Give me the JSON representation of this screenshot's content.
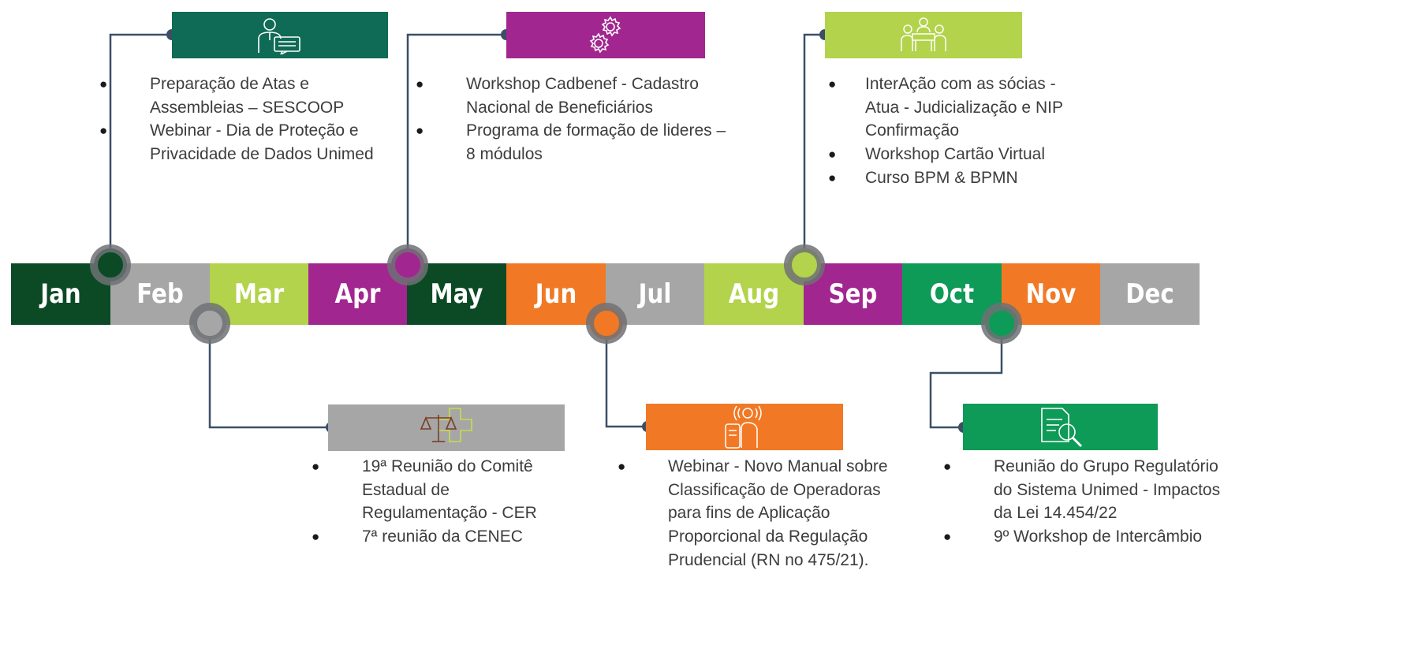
{
  "months": [
    {
      "label": "Jan",
      "color": "#0b4a25"
    },
    {
      "label": "Feb",
      "color": "#a6a6a6"
    },
    {
      "label": "Mar",
      "color": "#b2d34b"
    },
    {
      "label": "Apr",
      "color": "#a2268f"
    },
    {
      "label": "May",
      "color": "#0b4a25"
    },
    {
      "label": "Jun",
      "color": "#f17925"
    },
    {
      "label": "Jul",
      "color": "#a6a6a6"
    },
    {
      "label": "Aug",
      "color": "#b2d34b"
    },
    {
      "label": "Sep",
      "color": "#a2268f"
    },
    {
      "label": "Oct",
      "color": "#0e9a57"
    },
    {
      "label": "Nov",
      "color": "#f17925"
    },
    {
      "label": "Dec",
      "color": "#a6a6a6"
    }
  ],
  "connector_color": "#3c4f66",
  "ring_color": "#7b7d82",
  "events": {
    "jan": {
      "icon": "presenter-icon",
      "color": "#0f6b55",
      "items": [
        "Preparação de Atas e Assembleias – SESCOOP",
        "Webinar - Dia de Proteção e Privacidade de Dados Unimed"
      ]
    },
    "may": {
      "icon": "gears-icon",
      "color": "#a2268f",
      "items": [
        "Workshop Cadbenef - Cadastro Nacional de Beneficiários",
        "Programa de formação de lideres – 8 módulos"
      ]
    },
    "sep": {
      "icon": "meeting-icon",
      "color": "#b2d34b",
      "items": [
        "InterAção com as sócias - Atua - Judicialização e NIP Confirmação",
        "Workshop Cartão Virtual",
        "Curso BPM & BPMN"
      ]
    },
    "mar": {
      "icon": "scales-cross-icon",
      "color": "#a6a6a6",
      "items": [
        "19ª Reunião do Comitê Estadual de Regulamentação - CER",
        "7ª reunião da CENEC"
      ]
    },
    "jul": {
      "icon": "speaker-phone-icon",
      "color": "#f17925",
      "items": [
        "Webinar - Novo Manual sobre Classificação de Operadoras para fins de Aplicação Proporcional da Regulação Prudencial (RN no 475/21)."
      ]
    },
    "nov": {
      "icon": "document-search-icon",
      "color": "#0e9a57",
      "items": [
        "Reunião do Grupo Regulatório do Sistema Unimed - Impactos da Lei 14.454/22",
        "9º Workshop de Intercâmbio"
      ]
    }
  }
}
